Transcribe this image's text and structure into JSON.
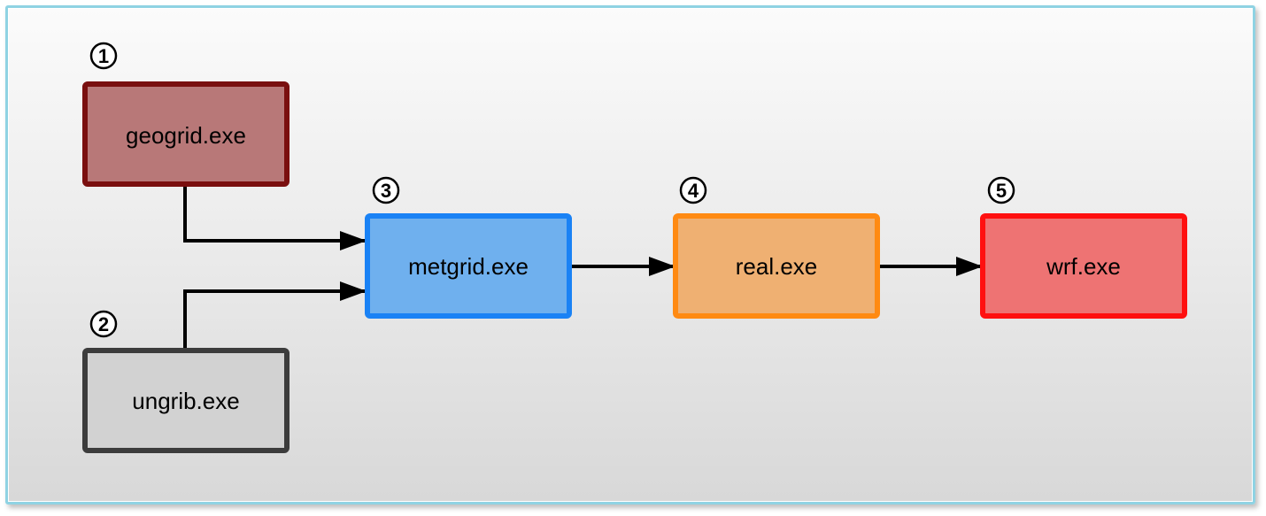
{
  "nodes": [
    {
      "id": "geogrid",
      "label": "geogrid.exe",
      "step": "1",
      "fill": "#b87878",
      "stroke": "#7a0f0f"
    },
    {
      "id": "ungrib",
      "label": "ungrib.exe",
      "step": "2",
      "fill": "#d2d2d2",
      "stroke": "#3c3c3c"
    },
    {
      "id": "metgrid",
      "label": "metgrid.exe",
      "step": "3",
      "fill": "#6fb0ee",
      "stroke": "#1a82f5"
    },
    {
      "id": "real",
      "label": "real.exe",
      "step": "4",
      "fill": "#efb072",
      "stroke": "#ff8a12"
    },
    {
      "id": "wrf",
      "label": "wrf.exe",
      "step": "5",
      "fill": "#ee7373",
      "stroke": "#ff1010"
    }
  ],
  "edges": [
    {
      "from": "geogrid",
      "to": "metgrid"
    },
    {
      "from": "ungrib",
      "to": "metgrid"
    },
    {
      "from": "metgrid",
      "to": "real"
    },
    {
      "from": "real",
      "to": "wrf"
    }
  ],
  "frame_border_color": "#8fd3e3"
}
